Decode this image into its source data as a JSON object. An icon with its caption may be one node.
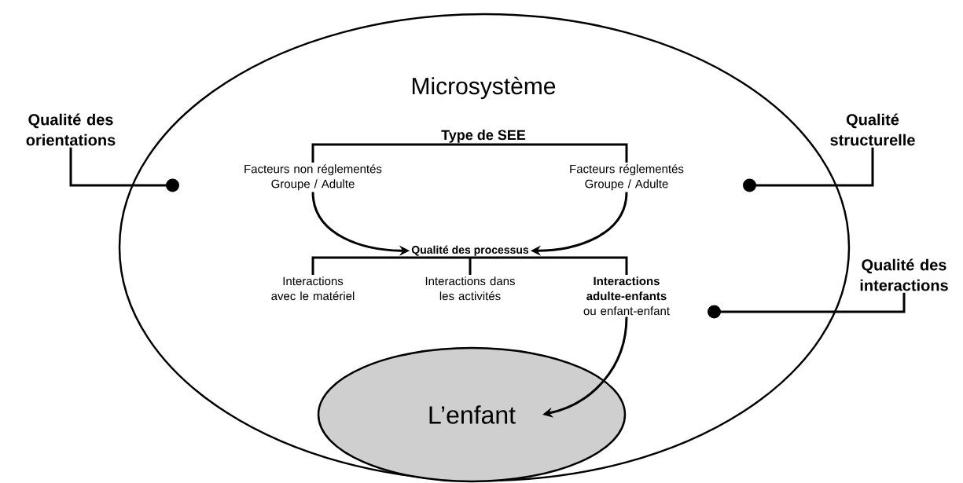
{
  "diagram": {
    "nodes": [
      {
        "text": [
          "Microsystème"
        ]
      },
      {
        "text": [
          "Type de SEE"
        ],
        "in": 0
      },
      {
        "text": [
          "Facteurs non réglementés Groupe / Adulte"
        ],
        "in": 0
      },
      {
        "text": [
          "Facteurs réglementés Groupe / Adulte"
        ],
        "in": 0
      },
      {
        "text": [
          "Qualité des processus"
        ],
        "in": 0
      },
      {
        "text": [
          "Interactions avec le matériel"
        ],
        "in": 0
      },
      {
        "text": [
          "Interactions dans les activités"
        ],
        "in": 0
      },
      {
        "text": [
          "**Interactions adulte-enfants** ou enfant-enfant"
        ],
        "in": 0
      },
      {
        "text": [
          "L’enfant"
        ],
        "in": 0
      },
      {
        "text": [
          "Qualité des orientations"
        ]
      },
      {
        "text": [
          "Qualité structurelle"
        ]
      },
      {
        "text": [
          "Qualité des interactions"
        ]
      }
    ],
    "edges": [
      {
        "from": 1,
        "to": 2,
        "arrow": "none"
      },
      {
        "from": 1,
        "to": 3,
        "arrow": "none"
      },
      {
        "from": 2,
        "to": 4,
        "arrow": "to"
      },
      {
        "from": 3,
        "to": 4,
        "arrow": "to"
      },
      {
        "from": 4,
        "to": 5,
        "arrow": "none"
      },
      {
        "from": 4,
        "to": 6,
        "arrow": "none"
      },
      {
        "from": 4,
        "to": 7,
        "arrow": "none"
      },
      {
        "from": 7,
        "to": 8,
        "arrow": "to"
      },
      {
        "from": 9,
        "to": null,
        "arrow": "other"
      },
      {
        "from": 10,
        "to": null,
        "arrow": "other"
      },
      {
        "from": 11,
        "to": null,
        "arrow": "other"
      }
    ]
  }
}
